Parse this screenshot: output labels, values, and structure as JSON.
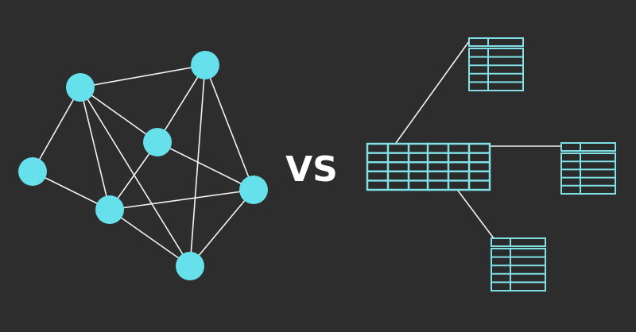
{
  "colors": {
    "background": "#2d2d2d",
    "node_fill": "#66e0ea",
    "edge": "#f2f2f2",
    "table_stroke": "#7fe0e6",
    "table_fill": "#2b2b2b",
    "vs_text": "#ffffff"
  },
  "vs": {
    "label": "VS"
  },
  "graph": {
    "nodes": [
      "n1",
      "n2",
      "n3",
      "n4",
      "n5",
      "n6",
      "n7"
    ],
    "edges": [
      [
        "n1",
        "n2"
      ],
      [
        "n1",
        "n3"
      ],
      [
        "n1",
        "n5"
      ],
      [
        "n1",
        "n7"
      ],
      [
        "n2",
        "n3"
      ],
      [
        "n2",
        "n6"
      ],
      [
        "n2",
        "n7"
      ],
      [
        "n3",
        "n5"
      ],
      [
        "n3",
        "n6"
      ],
      [
        "n4",
        "n5"
      ],
      [
        "n5",
        "n6"
      ],
      [
        "n5",
        "n7"
      ],
      [
        "n6",
        "n7"
      ]
    ]
  },
  "tables": {
    "main": {
      "columns": 6,
      "rows": 5
    },
    "satellites": [
      {
        "id": "top",
        "columns": 2,
        "rows": 5
      },
      {
        "id": "right",
        "columns": 2,
        "rows": 5
      },
      {
        "id": "bottom",
        "columns": 2,
        "rows": 5
      }
    ]
  }
}
